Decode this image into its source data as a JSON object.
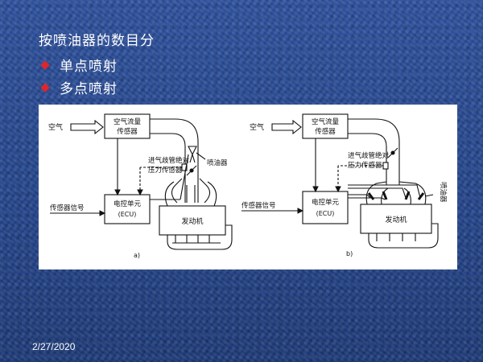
{
  "slide": {
    "title": "按喷油器的数目分",
    "bullets": [
      "单点喷射",
      "多点喷射"
    ],
    "date": "2/27/2020"
  },
  "diagram_a": {
    "air_label": "空气",
    "airflow_sensor": [
      "空气流量",
      "传感器"
    ],
    "pressure_sensor": [
      "进气歧管绝对",
      "压力传感器"
    ],
    "injector_label": "喷油器",
    "ecu": [
      "电控单元",
      "(ECU)"
    ],
    "sensor_signal": "传感器信号",
    "engine": "发动机",
    "caption": "a)"
  },
  "diagram_b": {
    "air_label": "空气",
    "airflow_sensor": [
      "空气流量",
      "传感器"
    ],
    "pressure_sensor": [
      "进气歧管绝对",
      "压力传感器"
    ],
    "injector_label": "喷油器",
    "ecu": [
      "电控单元",
      "(ECU)"
    ],
    "sensor_signal": "传感器信号",
    "engine": "发动机",
    "caption": "b)"
  }
}
